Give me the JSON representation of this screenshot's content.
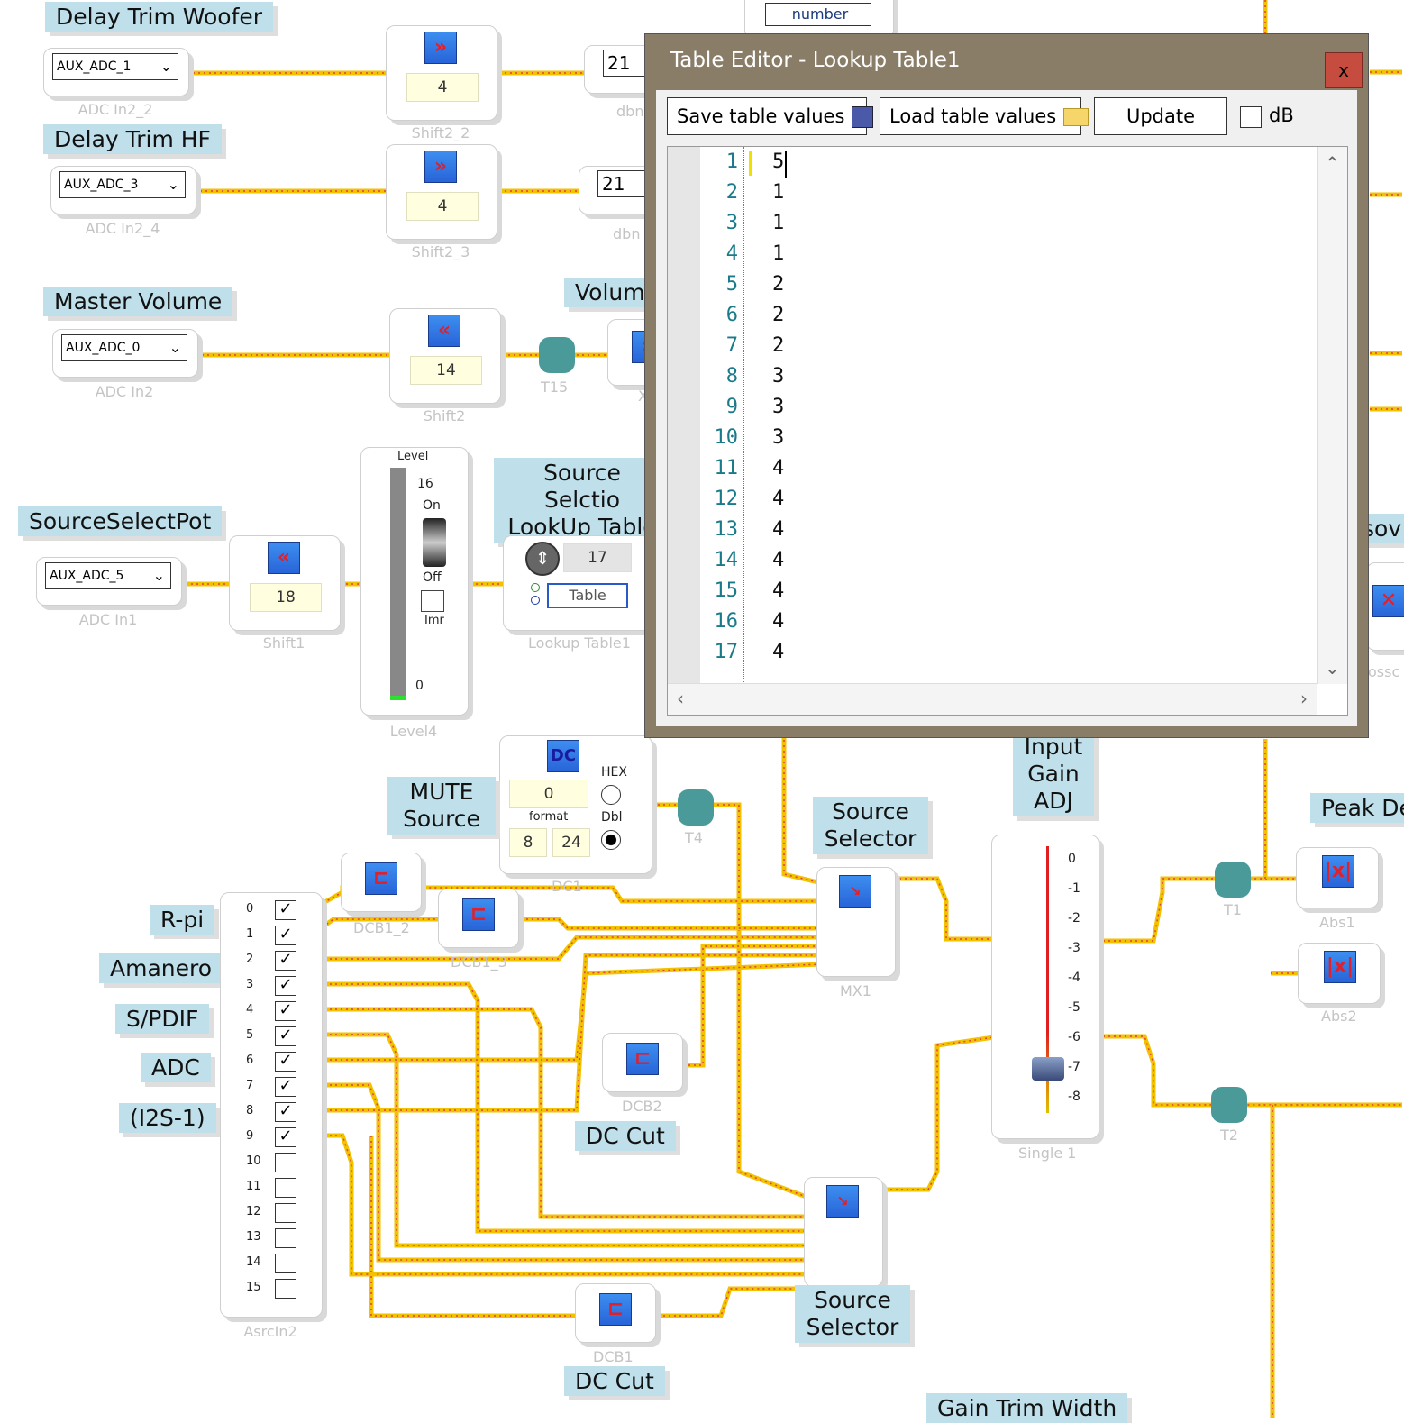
{
  "labels": {
    "delay_trim_woofer": "Delay Trim Woofer",
    "delay_trim_hf": "Delay Trim HF",
    "master_volume": "Master Volume",
    "volume": "Volume",
    "source_select_pot": "SourceSelectPot",
    "source_selection_lookup_line1": "Source Selctio",
    "source_selection_lookup_line2": "LookUp Table",
    "mute_source_line1": "MUTE",
    "mute_source_line2": "Source",
    "source_selector_a_line1": "Source",
    "source_selector_a_line2": "Selector",
    "source_selector_b_line1": "Source",
    "source_selector_b_line2": "Selector",
    "input_gain_line1": "Input",
    "input_gain_line2": "Gain",
    "input_gain_line3": "ADJ",
    "peak_detect": "Peak De",
    "dc_cut_a": "DC Cut",
    "dc_cut_b": "DC Cut",
    "gain_trim_width": "Gain Trim Width",
    "rpi": "R-pi",
    "amanero": "Amanero",
    "spdif": "S/PDIF",
    "adc": "ADC",
    "i2s1": "(I2S-1)",
    "cross_partial": "sov",
    "number_tab": "number"
  },
  "blocks": {
    "adc_in2_2": {
      "select": "AUX_ADC_1",
      "name": "ADC In2_2"
    },
    "adc_in2_4": {
      "select": "AUX_ADC_3",
      "name": "ADC In2_4"
    },
    "adc_in2": {
      "select": "AUX_ADC_0",
      "name": "ADC In2"
    },
    "adc_in1": {
      "select": "AUX_ADC_5",
      "name": "ADC In1"
    },
    "shift2_2": {
      "value": "4",
      "name": "Shift2_2"
    },
    "shift2_3": {
      "value": "4",
      "name": "Shift2_3"
    },
    "shift2": {
      "value": "14",
      "name": "Shift2"
    },
    "shift1": {
      "value": "18",
      "name": "Shift1"
    },
    "dbn_a": {
      "value": "21",
      "name": "dbn"
    },
    "dbn_b": {
      "value": "21",
      "name": "dbn"
    },
    "t15": {
      "name": "T15"
    },
    "x_partial": {
      "name": "X"
    },
    "level4": {
      "title": "Level",
      "max": "16",
      "on": "On",
      "off": "Off",
      "imr": "Imr",
      "min": "0",
      "name": "Level4"
    },
    "lookup_table1": {
      "value": "17",
      "button": "Table",
      "name": "Lookup Table1"
    },
    "dc1": {
      "icon_text": "DC",
      "value": "0",
      "hex": "HEX",
      "format": "format",
      "dbl": "Dbl",
      "f1": "8",
      "f2": "24",
      "name": "DC1"
    },
    "t4": {
      "name": "T4"
    },
    "dcb1_2": {
      "name": "DCB1_2"
    },
    "dcb1_3": {
      "name": "DCB1_3"
    },
    "dcb2": {
      "name": "DCB2"
    },
    "dcb1": {
      "name": "DCB1"
    },
    "mx1": {
      "name": "MX1"
    },
    "single1": {
      "name": "Single 1",
      "ticks": [
        "0",
        "-1",
        "-2",
        "-3",
        "-4",
        "-5",
        "-6",
        "-7",
        "-8"
      ]
    },
    "t1": {
      "name": "T1"
    },
    "t2": {
      "name": "T2"
    },
    "abs1": {
      "name": "Abs1"
    },
    "abs2": {
      "name": "Abs2"
    },
    "asrcin2": {
      "name": "AsrcIn2",
      "rows": [
        "0",
        "1",
        "2",
        "3",
        "4",
        "5",
        "6",
        "7",
        "8",
        "9",
        "10",
        "11",
        "12",
        "13",
        "14",
        "15"
      ],
      "checked": [
        true,
        true,
        true,
        true,
        true,
        true,
        true,
        true,
        true,
        true,
        false,
        false,
        false,
        false,
        false,
        false
      ]
    },
    "cross_partial": {
      "name": "ossc"
    }
  },
  "dialog": {
    "title": "Table Editor - Lookup Table1",
    "close": "x",
    "save_label": "Save table values",
    "load_label": "Load table values",
    "update_label": "Update",
    "db_label": "dB",
    "db_checked": false,
    "lines": [
      "1",
      "2",
      "3",
      "4",
      "5",
      "6",
      "7",
      "8",
      "9",
      "10",
      "11",
      "12",
      "13",
      "14",
      "15",
      "16",
      "17"
    ],
    "values": [
      "5",
      "1",
      "1",
      "1",
      "2",
      "2",
      "2",
      "3",
      "3",
      "3",
      "4",
      "4",
      "4",
      "4",
      "4",
      "4",
      "4"
    ]
  },
  "colors": {
    "wire": "#f2c200",
    "wire_dot": "#e04040",
    "port_in": "#00a060",
    "port_out": "#0040e0",
    "dialog_frame": "#8a7d68",
    "label_bg": "#bfe0ea"
  }
}
